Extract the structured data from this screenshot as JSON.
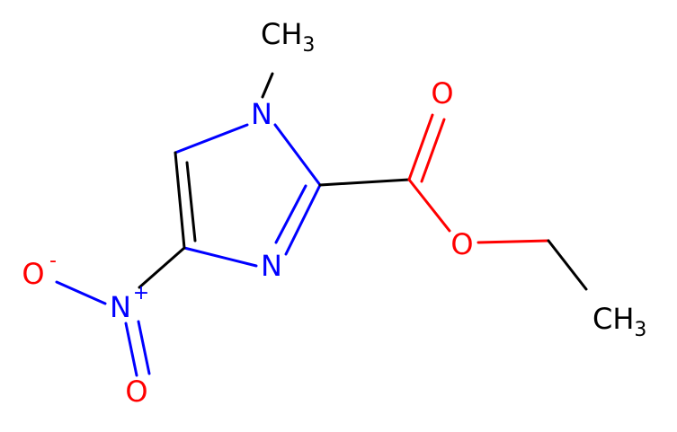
{
  "molecule": {
    "colors": {
      "bond": "#000000",
      "carbon": "#000000",
      "oxygen": "#ff0000",
      "nitrogen": "#0000ff"
    },
    "atoms": {
      "n1": {
        "symbol": "N"
      },
      "n3": {
        "symbol": "N"
      },
      "n_nitro": {
        "symbol": "N",
        "charge": "+"
      },
      "o_minus": {
        "symbol": "O",
        "charge": "-"
      },
      "o_nitro": {
        "symbol": "O"
      },
      "o_carbonyl": {
        "symbol": "O"
      },
      "o_ester": {
        "symbol": "O"
      },
      "ch3_n": {
        "main": "CH",
        "sub": "3"
      },
      "ch3_ethyl": {
        "main": "CH",
        "sub": "3"
      }
    }
  }
}
